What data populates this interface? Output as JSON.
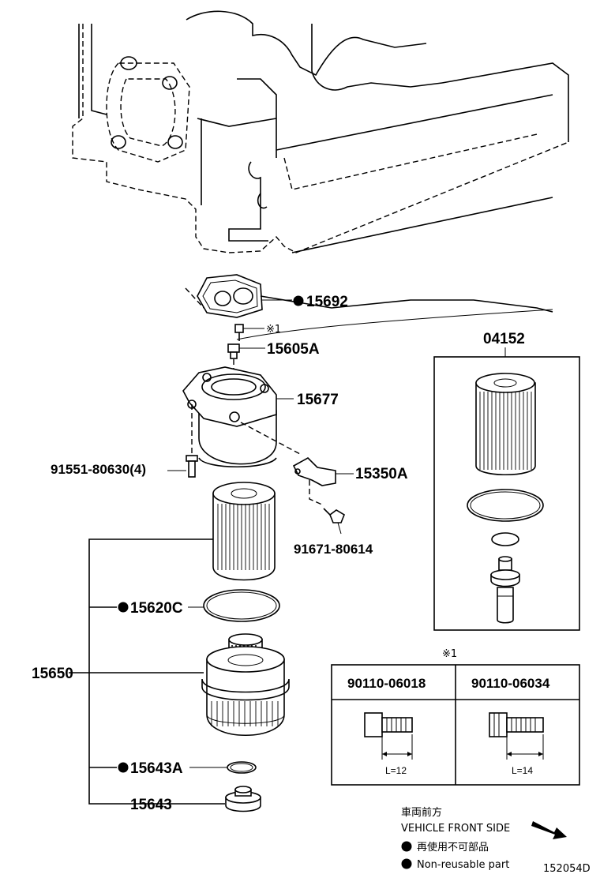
{
  "parts": {
    "gasket": "15692",
    "bolt_ref": "※1",
    "plug": "15605A",
    "bracket": "15677",
    "bolt_pcs": "91551-80630(4)",
    "sensor": "15350A",
    "screw": "91671-80614",
    "element_kit": "04152",
    "oring": "15620C",
    "assembly": "15650",
    "small_gasket": "15643A",
    "drain_plug": "15643"
  },
  "note_table": {
    "ref": "※1",
    "col1": "90110-06018",
    "col2": "90110-06034",
    "dim1": "L=12",
    "dim2": "L=14"
  },
  "legend": {
    "front_jp": "車両前方",
    "front_en": "VEHICLE FRONT SIDE",
    "nonreuse_jp": "再使用不可部品",
    "nonreuse_en": "Non-reusable part"
  },
  "diagram_id": "152054D"
}
